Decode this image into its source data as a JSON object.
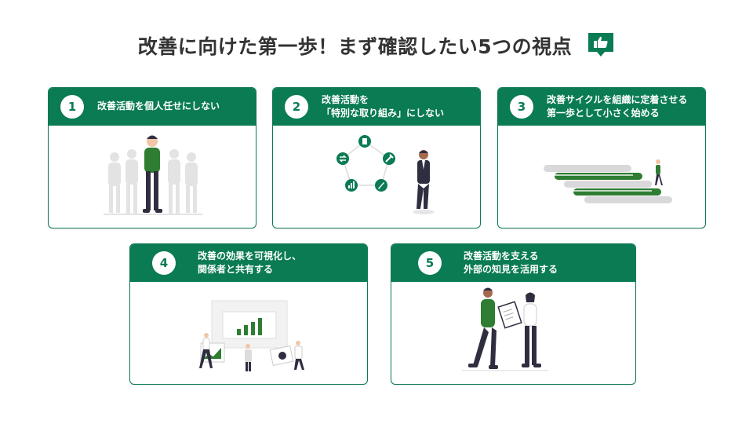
{
  "title": "改善に向けた第一歩！まず確認したい5つの視点",
  "colors": {
    "accent": "#0a7b53",
    "figure_green": "#2e7d32",
    "figure_dark": "#2f2e41",
    "faded": "#d7d7d7"
  },
  "title_icon": "thumbs-up-icon",
  "cards": [
    {
      "number": "1",
      "lines": [
        "改善活動を個人任せにしない"
      ],
      "illustration": "person-with-team-shadows"
    },
    {
      "number": "2",
      "lines": [
        "改善活動を",
        "「特別な取り組み」にしない"
      ],
      "illustration": "person-with-process-cycle"
    },
    {
      "number": "3",
      "lines": [
        "改善サイクルを組織に定着させる",
        "第一歩として小さく始める"
      ],
      "illustration": "person-climbing-steps"
    },
    {
      "number": "4",
      "lines": [
        "改善の効果を可視化し、",
        "関係者と共有する"
      ],
      "illustration": "team-presenting-charts"
    },
    {
      "number": "5",
      "lines": [
        "改善活動を支える",
        "外部の知見を活用する"
      ],
      "illustration": "two-people-with-clipboard"
    }
  ]
}
